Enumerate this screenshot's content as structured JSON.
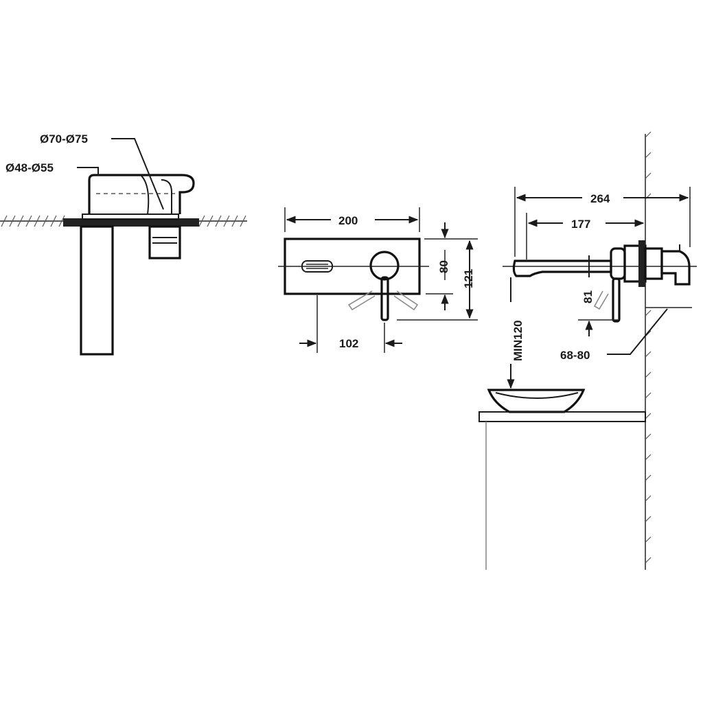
{
  "labels": {
    "bore_outer": "Ø70-Ø75",
    "bore_inner": "Ø48-Ø55",
    "plate_width": "200",
    "plate_height": "121",
    "axis_offset": "80",
    "handle_offset": "102",
    "total_projection": "264",
    "spout_projection": "177",
    "min_height": "MIN120",
    "wall_depth": "68-80",
    "handle_drop": "81"
  }
}
